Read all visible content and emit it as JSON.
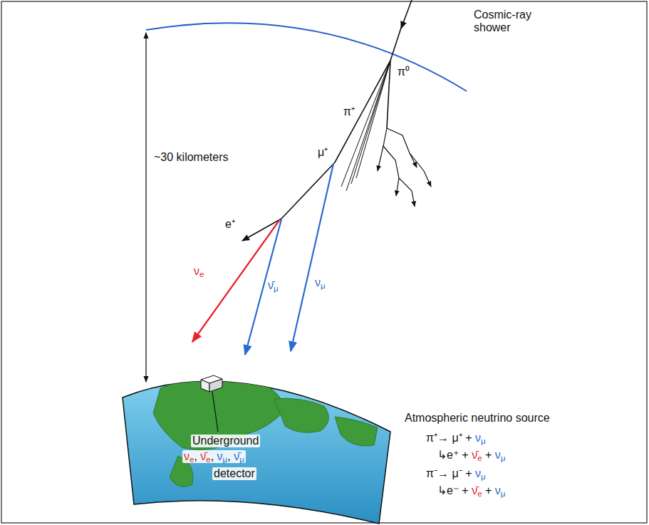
{
  "diagram": {
    "labels": [
      "Cosmic-ray shower",
      "π⁰",
      "π⁺",
      "μ⁺",
      "e⁺",
      "~30 kilometers",
      "νe",
      "ν̄μ",
      "νμ",
      "Underground",
      "νe, ν̄e, νμ, ν̄μ",
      "detector",
      "Atmospheric neutrino source",
      "π⁺→ μ⁺ + νμ",
      "↳e⁺ + ν̄e + νμ",
      "π⁻→ μ⁻ + νμ",
      "↳e⁻ + ν̄e + νμ"
    ]
  }
}
